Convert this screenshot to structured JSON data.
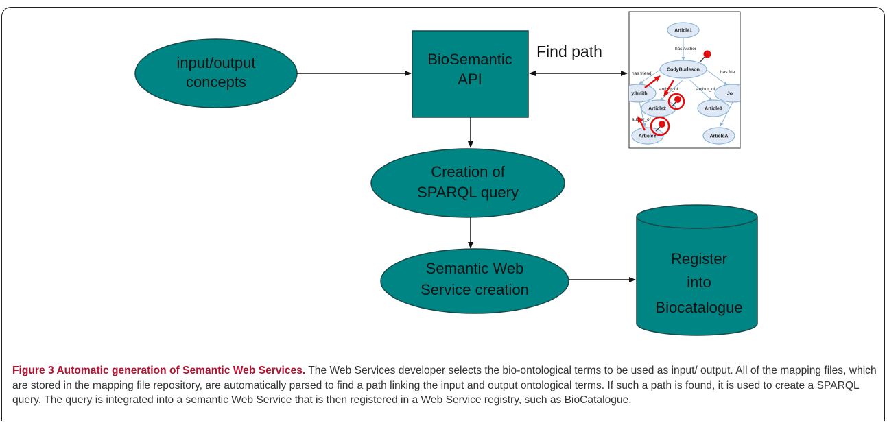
{
  "nodes": {
    "input_output": [
      "input/output",
      "concepts"
    ],
    "biosemantic": [
      "BioSemantic",
      "API"
    ],
    "sparql": [
      "Creation of",
      "SPARQL query"
    ],
    "sws": [
      "Semantic Web",
      "Service creation"
    ],
    "register": [
      "Register",
      "into",
      "Biocatalogue"
    ]
  },
  "find_path_label": "Find path",
  "graph": {
    "nodes": {
      "article1": "Article1",
      "cody": "CodyBurleson",
      "ysmith": "ySmith",
      "article2": "Article2",
      "article3": "Article3",
      "articleY": "ArticleY",
      "articleA": "ArticleA",
      "jo": "Jo"
    },
    "edges": {
      "has_author": "has Author",
      "has_friend": "has friend",
      "author_of_1": "author_of",
      "author_of_2": "author_of",
      "author_of_3": "author_of",
      "has_friend_right": "has frie"
    }
  },
  "colors": {
    "node_fill": "#008585",
    "node_stroke": "#1a4747",
    "arrow": "#111111",
    "caption_heading": "#b5122f",
    "pin": "#d01010"
  },
  "caption": {
    "label": "Figure 3 Automatic generation of Semantic Web Services.",
    "text": " The Web Services developer selects the bio-ontological terms to be used as input/ output. All of the mapping files, which are stored in the mapping file repository, are automatically parsed to find a path linking the input and output ontological terms. If such a path is found, it is used to create a SPARQL query. The query is integrated into a semantic Web Service that is then registered in a Web Service registry, such as BioCatalogue."
  }
}
